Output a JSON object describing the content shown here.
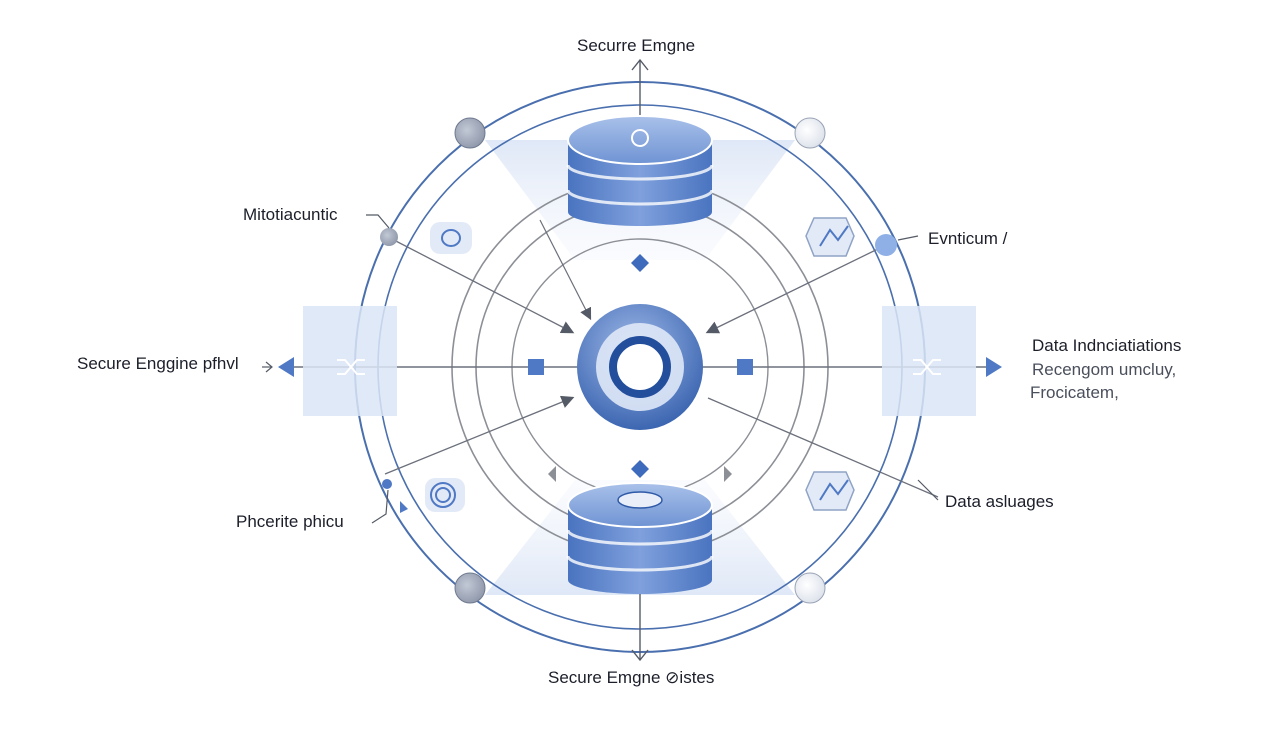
{
  "diagram": {
    "labels": {
      "top": "Securre Emgne",
      "bottom": "Secure Emgne ⊘istes",
      "upper_left": "Mitotiacuntic",
      "left": "Secure Enggine pfhvl",
      "lower_left": "Phcerite phicu",
      "upper_right": "Evnticum /",
      "right_title": "Data Indnciatiations",
      "right_line2": "Recengom umcluy,",
      "right_line3": "Frocicatem,",
      "lower_right": "Data asluages"
    },
    "colors": {
      "accent": "#4f79c4",
      "accent_dark": "#2f5aa8",
      "ring": "#4a6fae",
      "ring_gray": "#8c8f96",
      "panel": "#dbe5f6",
      "node_gray": "#9aa3b5"
    },
    "icons": {
      "center": "ring-core-icon",
      "top": "database-stack-icon",
      "bottom": "database-stack-icon",
      "side_panels": "shuffle-icon",
      "upper_left": "chat-bubble-icon",
      "lower_left": "circuit-chip-icon",
      "upper_right": "tools-icon",
      "lower_right": "tools-icon"
    }
  }
}
